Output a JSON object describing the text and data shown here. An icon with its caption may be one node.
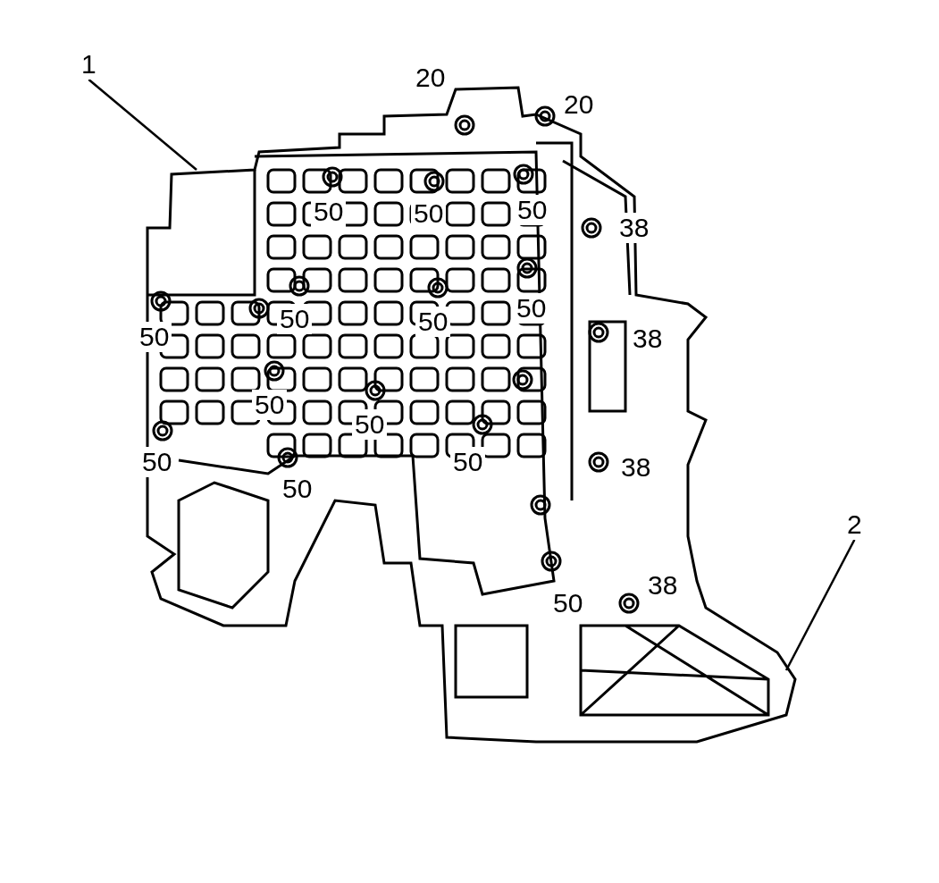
{
  "diagram": {
    "nodes": [
      {
        "text": [
          "1"
        ]
      },
      {
        "text": [
          "2"
        ]
      }
    ],
    "edges": [
      {
        "from": 0,
        "to": null,
        "arrow": "none"
      },
      {
        "from": 1,
        "to": null,
        "arrow": "none"
      }
    ],
    "labels": [
      "20",
      "20",
      "50",
      "50",
      "50",
      "38",
      "50",
      "50",
      "50",
      "38",
      "50",
      "50",
      "50",
      "50",
      "50",
      "38",
      "50",
      "50",
      "38"
    ]
  }
}
